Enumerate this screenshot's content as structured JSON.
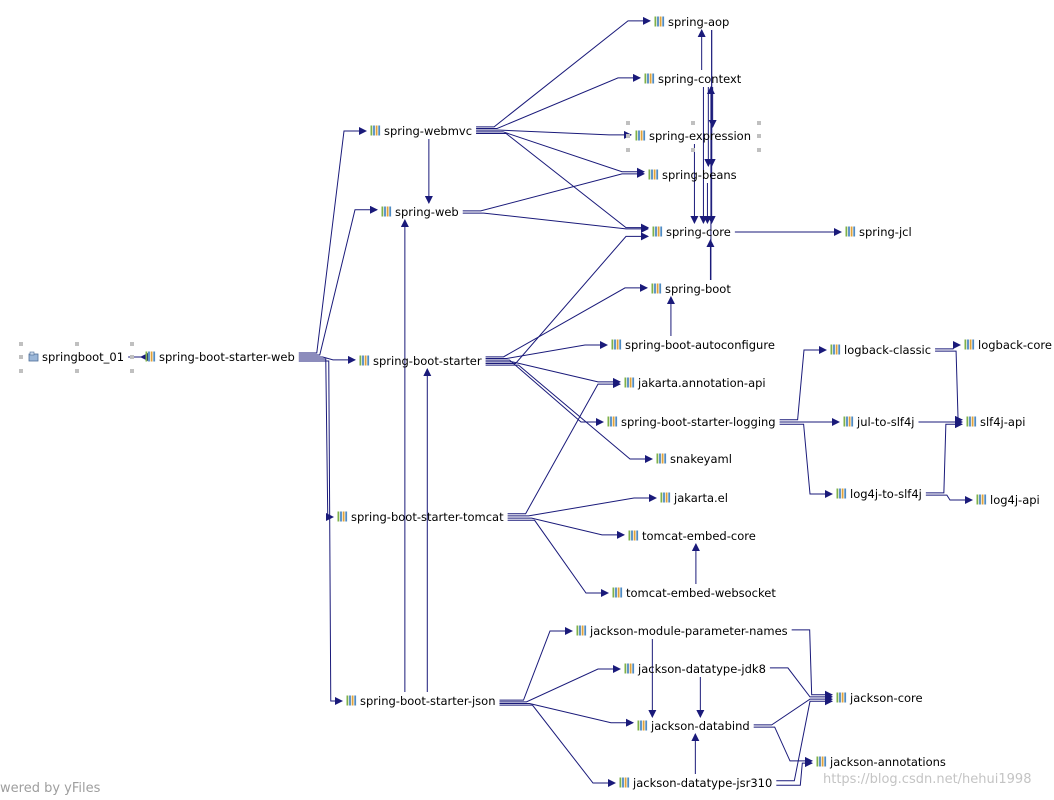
{
  "diagram": {
    "root": {
      "id": "springboot_01",
      "label": "springboot_01",
      "icon": "project-module-icon"
    },
    "nodes": [
      {
        "id": "spring-boot-starter-web",
        "label": "spring-boot-starter-web"
      },
      {
        "id": "spring-webmvc",
        "label": "spring-webmvc"
      },
      {
        "id": "spring-web",
        "label": "spring-web"
      },
      {
        "id": "spring-boot-starter",
        "label": "spring-boot-starter"
      },
      {
        "id": "spring-boot-starter-tomcat",
        "label": "spring-boot-starter-tomcat"
      },
      {
        "id": "spring-boot-starter-json",
        "label": "spring-boot-starter-json"
      },
      {
        "id": "spring-aop",
        "label": "spring-aop"
      },
      {
        "id": "spring-context",
        "label": "spring-context"
      },
      {
        "id": "spring-expression",
        "label": "spring-expression"
      },
      {
        "id": "spring-beans",
        "label": "spring-beans"
      },
      {
        "id": "spring-core",
        "label": "spring-core"
      },
      {
        "id": "spring-jcl",
        "label": "spring-jcl"
      },
      {
        "id": "spring-boot",
        "label": "spring-boot"
      },
      {
        "id": "spring-boot-autoconfigure",
        "label": "spring-boot-autoconfigure"
      },
      {
        "id": "jakarta.annotation-api",
        "label": "jakarta.annotation-api"
      },
      {
        "id": "spring-boot-starter-logging",
        "label": "spring-boot-starter-logging"
      },
      {
        "id": "snakeyaml",
        "label": "snakeyaml"
      },
      {
        "id": "jakarta.el",
        "label": "jakarta.el"
      },
      {
        "id": "tomcat-embed-core",
        "label": "tomcat-embed-core"
      },
      {
        "id": "tomcat-embed-websocket",
        "label": "tomcat-embed-websocket"
      },
      {
        "id": "logback-classic",
        "label": "logback-classic"
      },
      {
        "id": "logback-core",
        "label": "logback-core"
      },
      {
        "id": "jul-to-slf4j",
        "label": "jul-to-slf4j"
      },
      {
        "id": "slf4j-api",
        "label": "slf4j-api"
      },
      {
        "id": "log4j-to-slf4j",
        "label": "log4j-to-slf4j"
      },
      {
        "id": "log4j-api",
        "label": "log4j-api"
      },
      {
        "id": "jackson-module-parameter-names",
        "label": "jackson-module-parameter-names"
      },
      {
        "id": "jackson-datatype-jdk8",
        "label": "jackson-datatype-jdk8"
      },
      {
        "id": "jackson-core",
        "label": "jackson-core"
      },
      {
        "id": "jackson-databind",
        "label": "jackson-databind"
      },
      {
        "id": "jackson-annotations",
        "label": "jackson-annotations"
      },
      {
        "id": "jackson-datatype-jsr310",
        "label": "jackson-datatype-jsr310"
      }
    ],
    "edges": [
      [
        "springboot_01",
        "spring-boot-starter-web"
      ],
      [
        "spring-boot-starter-web",
        "spring-webmvc"
      ],
      [
        "spring-boot-starter-web",
        "spring-web"
      ],
      [
        "spring-boot-starter-web",
        "spring-boot-starter"
      ],
      [
        "spring-boot-starter-web",
        "spring-boot-starter-tomcat"
      ],
      [
        "spring-boot-starter-web",
        "spring-boot-starter-json"
      ],
      [
        "spring-webmvc",
        "spring-aop"
      ],
      [
        "spring-webmvc",
        "spring-context"
      ],
      [
        "spring-webmvc",
        "spring-expression"
      ],
      [
        "spring-webmvc",
        "spring-beans"
      ],
      [
        "spring-webmvc",
        "spring-core"
      ],
      [
        "spring-webmvc",
        "spring-web"
      ],
      [
        "spring-web",
        "spring-beans"
      ],
      [
        "spring-web",
        "spring-core"
      ],
      [
        "spring-aop",
        "spring-beans"
      ],
      [
        "spring-aop",
        "spring-core"
      ],
      [
        "spring-context",
        "spring-aop"
      ],
      [
        "spring-context",
        "spring-beans"
      ],
      [
        "spring-context",
        "spring-expression"
      ],
      [
        "spring-context",
        "spring-core"
      ],
      [
        "spring-expression",
        "spring-core"
      ],
      [
        "spring-beans",
        "spring-core"
      ],
      [
        "spring-core",
        "spring-jcl"
      ],
      [
        "spring-boot",
        "spring-core"
      ],
      [
        "spring-boot",
        "spring-context"
      ],
      [
        "spring-boot-starter",
        "spring-boot"
      ],
      [
        "spring-boot-starter",
        "spring-boot-autoconfigure"
      ],
      [
        "spring-boot-starter",
        "spring-boot-starter-logging"
      ],
      [
        "spring-boot-starter",
        "jakarta.annotation-api"
      ],
      [
        "spring-boot-starter",
        "spring-core"
      ],
      [
        "spring-boot-starter",
        "snakeyaml"
      ],
      [
        "spring-boot-autoconfigure",
        "spring-boot"
      ],
      [
        "spring-boot-starter-tomcat",
        "jakarta.annotation-api"
      ],
      [
        "spring-boot-starter-tomcat",
        "jakarta.el"
      ],
      [
        "spring-boot-starter-tomcat",
        "tomcat-embed-core"
      ],
      [
        "spring-boot-starter-tomcat",
        "tomcat-embed-websocket"
      ],
      [
        "tomcat-embed-websocket",
        "tomcat-embed-core"
      ],
      [
        "spring-boot-starter-logging",
        "logback-classic"
      ],
      [
        "spring-boot-starter-logging",
        "jul-to-slf4j"
      ],
      [
        "spring-boot-starter-logging",
        "log4j-to-slf4j"
      ],
      [
        "logback-classic",
        "logback-core"
      ],
      [
        "logback-classic",
        "slf4j-api"
      ],
      [
        "jul-to-slf4j",
        "slf4j-api"
      ],
      [
        "log4j-to-slf4j",
        "slf4j-api"
      ],
      [
        "log4j-to-slf4j",
        "log4j-api"
      ],
      [
        "spring-boot-starter-json",
        "spring-boot-starter"
      ],
      [
        "spring-boot-starter-json",
        "spring-web"
      ],
      [
        "spring-boot-starter-json",
        "jackson-module-parameter-names"
      ],
      [
        "spring-boot-starter-json",
        "jackson-datatype-jdk8"
      ],
      [
        "spring-boot-starter-json",
        "jackson-databind"
      ],
      [
        "spring-boot-starter-json",
        "jackson-datatype-jsr310"
      ],
      [
        "jackson-module-parameter-names",
        "jackson-core"
      ],
      [
        "jackson-module-parameter-names",
        "jackson-databind"
      ],
      [
        "jackson-datatype-jdk8",
        "jackson-core"
      ],
      [
        "jackson-datatype-jdk8",
        "jackson-databind"
      ],
      [
        "jackson-databind",
        "jackson-core"
      ],
      [
        "jackson-databind",
        "jackson-annotations"
      ],
      [
        "jackson-datatype-jsr310",
        "jackson-core"
      ],
      [
        "jackson-datatype-jsr310",
        "jackson-databind"
      ],
      [
        "jackson-datatype-jsr310",
        "jackson-annotations"
      ]
    ],
    "selected": [
      "springboot_01",
      "spring-expression"
    ],
    "colors": {
      "edge": "#1a1a7a",
      "icon_bars": [
        "#7fb04a",
        "#4f8bc4",
        "#e0a33a",
        "#4f8bc4"
      ],
      "handle": "#c0c0c0"
    }
  },
  "watermark": "https://blog.csdn.net/hehui1998",
  "footer": "wered by yFiles"
}
